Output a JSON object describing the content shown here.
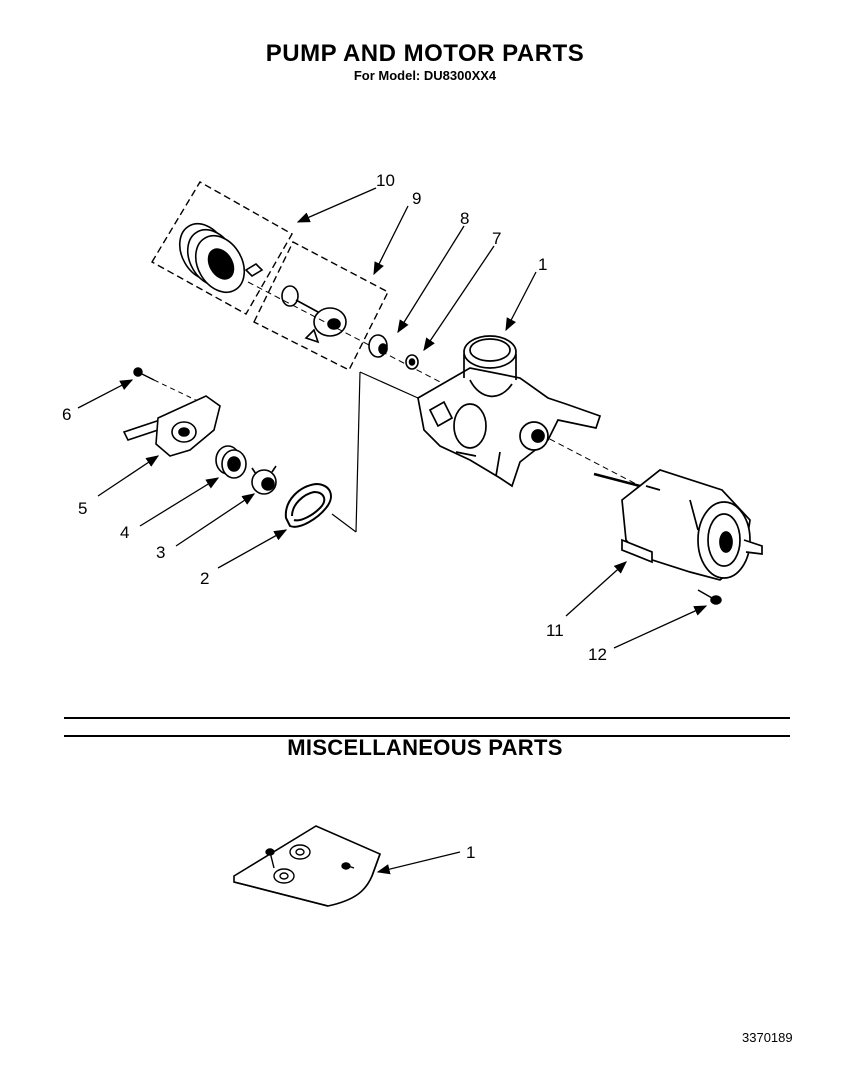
{
  "header": {
    "title": "PUMP AND MOTOR PARTS",
    "subtitle": "For Model: DU8300XX4"
  },
  "misc_section": {
    "title": "MISCELLANEOUS PARTS",
    "callouts": [
      "1"
    ]
  },
  "pump_callouts": [
    "1",
    "2",
    "3",
    "4",
    "5",
    "6",
    "7",
    "8",
    "9",
    "10",
    "11",
    "12"
  ],
  "footer": {
    "doc_number": "3370189"
  }
}
